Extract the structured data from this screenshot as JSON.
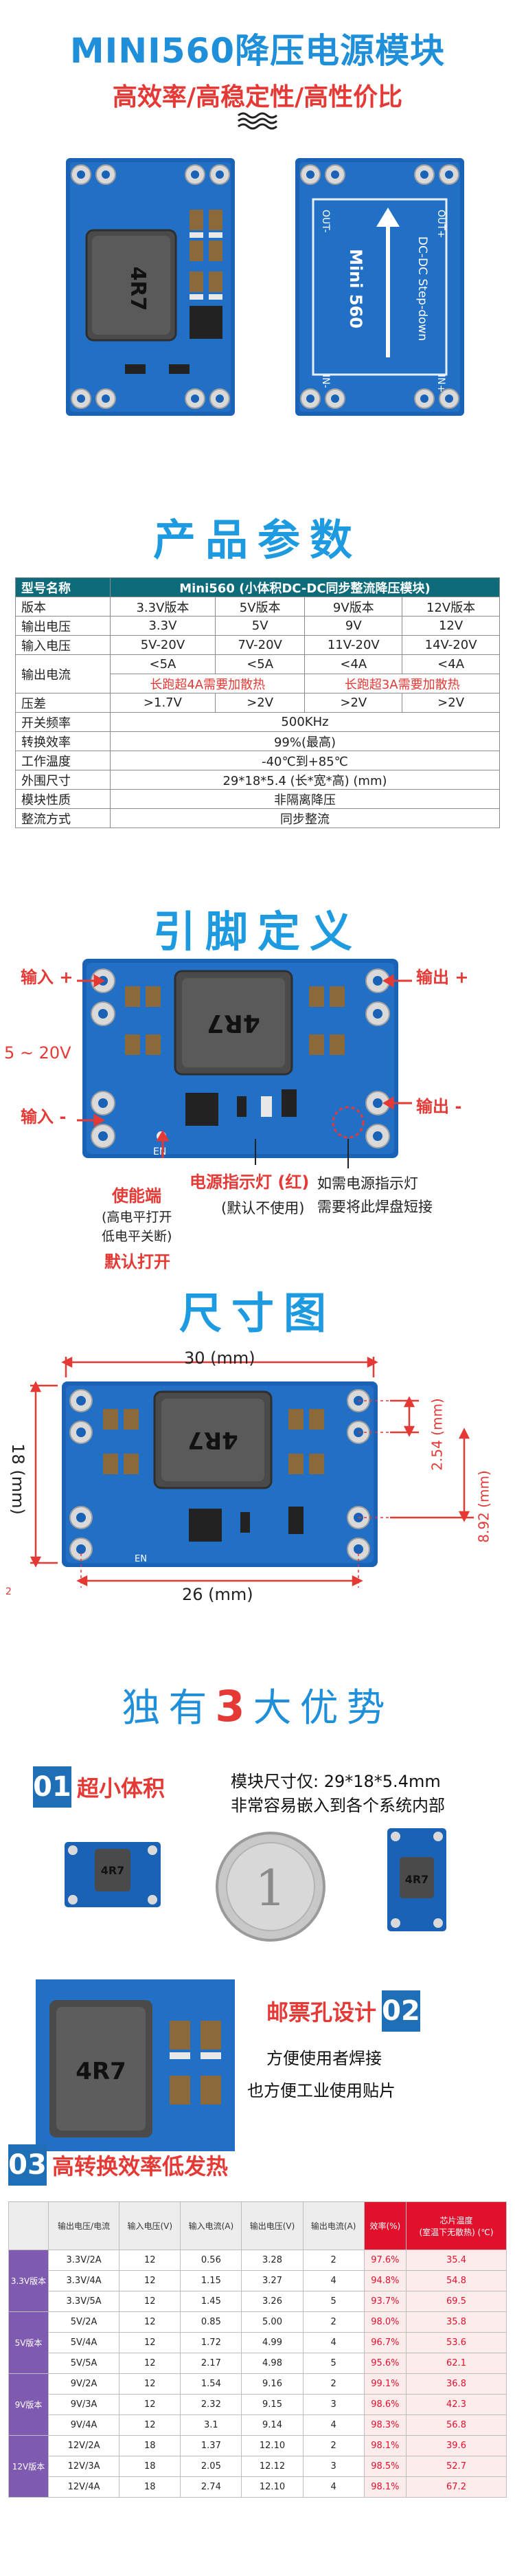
{
  "header": {
    "title": "MINI560降压电源模块",
    "subtitle": "高效率/高稳定性/高性价比"
  },
  "board_marks": {
    "inductor": "4R7",
    "module_name": "Mini 560",
    "stepdown": "DC-DC Step-down",
    "out_plus": "OUT+",
    "out_minus": "OUT-",
    "in_plus": "IN+",
    "in_minus": "IN-",
    "en": "EN"
  },
  "section_params": {
    "title": "产品参数"
  },
  "spec_table": {
    "header_left": "型号名称",
    "header_right": "Mini560 (小体积DC-DC同步整流降压模块)",
    "rows": [
      {
        "label": "版本",
        "cells": [
          "3.3V版本",
          "5V版本",
          "9V版本",
          "12V版本"
        ]
      },
      {
        "label": "输出电压",
        "cells": [
          "3.3V",
          "5V",
          "9V",
          "12V"
        ]
      },
      {
        "label": "输入电压",
        "cells": [
          "5V-20V",
          "7V-20V",
          "11V-20V",
          "14V-20V"
        ]
      }
    ],
    "current_label": "输出电流",
    "current_cells": [
      "<5A",
      "<5A",
      "<4A",
      "<4A"
    ],
    "current_note_left": "长跑超4A需要加散热",
    "current_note_right": "长跑超3A需要加散热",
    "diff_label": "压差",
    "diff_cells": [
      ">1.7V",
      ">2V",
      ">2V",
      ">2V"
    ],
    "rows2": [
      {
        "label": "开关频率",
        "value": "500KHz"
      },
      {
        "label": "转换效率",
        "value": "99%(最高)"
      },
      {
        "label": "工作温度",
        "value": "-40℃到+85℃"
      },
      {
        "label": "外围尺寸",
        "value": "29*18*5.4  (长*宽*高)   (mm)"
      },
      {
        "label": "模块性质",
        "value": "非隔离降压"
      },
      {
        "label": "整流方式",
        "value": "同步整流"
      }
    ]
  },
  "section_pins": {
    "title": "引脚定义",
    "in_plus": "输入 +",
    "in_minus": "输入 -",
    "out_plus": "输出 +",
    "out_minus": "输出 -",
    "input_range": "5 ~ 20V",
    "enable_title": "使能端",
    "enable_desc1": "(高电平打开",
    "enable_desc2": "低电平关断)",
    "enable_default": "默认打开",
    "led_title": "电源指示灯 (红)",
    "led_default": "(默认不使用)",
    "led_note1": "如需电源指示灯",
    "led_note2": "需要将此焊盘短接"
  },
  "section_size": {
    "title": "尺寸图",
    "width_label": "30 (mm)",
    "height_label": "18 (mm)",
    "inner_width_label": "26 (mm)",
    "pin_pitch_label": "2.54 (mm)",
    "pin_span_label": "8.92 (mm)",
    "corner": "2"
  },
  "advantages": {
    "title_pre": "独有",
    "title_num": "3",
    "title_post": "大优势",
    "adv1_num": "01",
    "adv1_title": "超小体积",
    "adv1_line1": "模块尺寸仅: 29*18*5.4mm",
    "adv1_line2": "非常容易嵌入到各个系统内部",
    "adv2_num": "02",
    "adv2_title": "邮票孔设计",
    "adv2_line1": "方便使用者焊接",
    "adv2_line2": "也方便工业使用贴片",
    "adv3_num": "03",
    "adv3_title": "高转换效率低发热",
    "coin_mark": "1"
  },
  "eff_table": {
    "headers": [
      "输出电压/电流",
      "输入电压(V)",
      "输入电流(A)",
      "输出电压(V)",
      "输出电流(A)",
      "效率(%)",
      "芯片温度\n(室温下无散热) (℃)"
    ],
    "groups": [
      {
        "name": "3.3V版本",
        "rows": [
          [
            "3.3V/2A",
            "12",
            "0.56",
            "3.28",
            "2",
            "97.6%",
            "35.4"
          ],
          [
            "3.3V/4A",
            "12",
            "1.15",
            "3.27",
            "4",
            "94.8%",
            "54.8"
          ],
          [
            "3.3V/5A",
            "12",
            "1.45",
            "3.26",
            "5",
            "93.7%",
            "69.5"
          ]
        ]
      },
      {
        "name": "5V版本",
        "rows": [
          [
            "5V/2A",
            "12",
            "0.85",
            "5.00",
            "2",
            "98.0%",
            "35.8"
          ],
          [
            "5V/4A",
            "12",
            "1.72",
            "4.99",
            "4",
            "96.7%",
            "53.6"
          ],
          [
            "5V/5A",
            "12",
            "2.17",
            "4.98",
            "5",
            "95.6%",
            "62.1"
          ]
        ]
      },
      {
        "name": "9V版本",
        "rows": [
          [
            "9V/2A",
            "12",
            "1.54",
            "9.16",
            "2",
            "99.1%",
            "36.8"
          ],
          [
            "9V/3A",
            "12",
            "2.32",
            "9.15",
            "3",
            "98.6%",
            "42.3"
          ],
          [
            "9V/4A",
            "12",
            "3.1",
            "9.14",
            "4",
            "98.3%",
            "56.8"
          ]
        ]
      },
      {
        "name": "12V版本",
        "rows": [
          [
            "12V/2A",
            "18",
            "1.37",
            "12.10",
            "2",
            "98.1%",
            "39.6"
          ],
          [
            "12V/3A",
            "18",
            "2.05",
            "12.12",
            "3",
            "98.5%",
            "52.7"
          ],
          [
            "12V/4A",
            "18",
            "2.74",
            "12.10",
            "4",
            "98.1%",
            "67.2"
          ]
        ]
      }
    ]
  },
  "colors": {
    "brand_blue": "#1e8fd8",
    "accent_red": "#e53935",
    "pcb_blue": "#1a62b5",
    "table_head": "#0e6b7a",
    "group_purple": "#7e5ab0"
  }
}
